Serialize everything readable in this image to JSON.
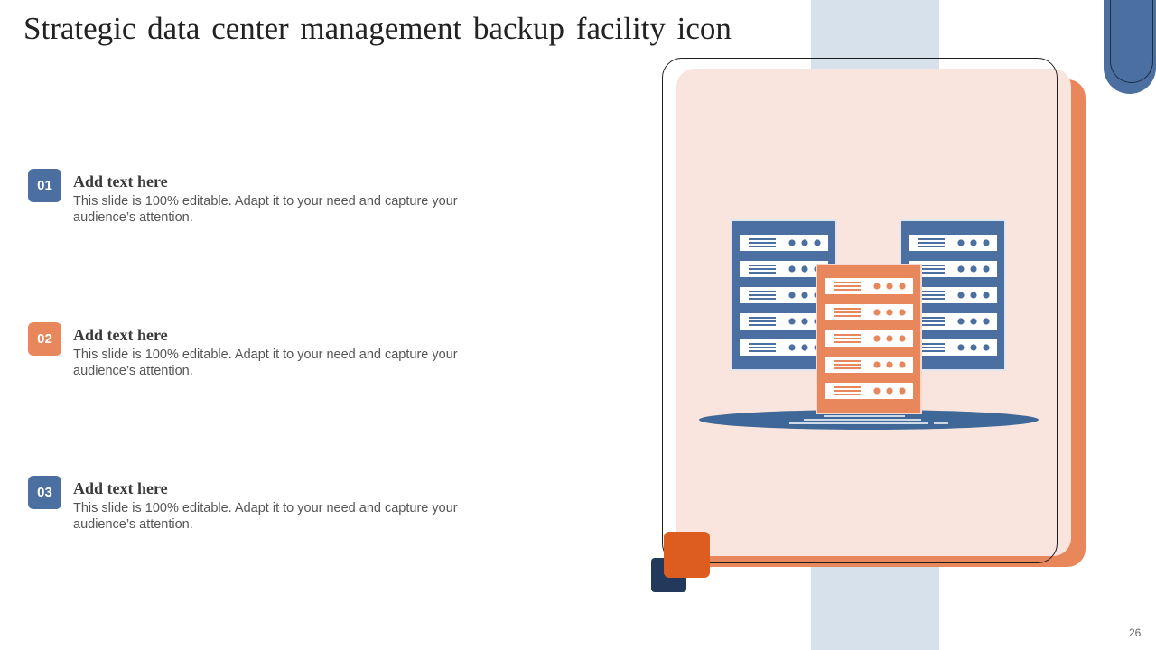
{
  "slide": {
    "title": "Strategic data center management backup facility icon",
    "page_number": "26"
  },
  "items": [
    {
      "number": "01",
      "heading": "Add text here",
      "body": "This slide is 100% editable. Adapt it to your need and capture your audience’s attention.",
      "badge_color": "#4a6fa0"
    },
    {
      "number": "02",
      "heading": "Add text here",
      "body": "This slide is 100% editable. Adapt it to your need and capture your audience’s attention.",
      "badge_color": "#e8875c"
    },
    {
      "number": "03",
      "heading": "Add text here",
      "body": "This slide is 100% editable. Adapt it to your need and capture your audience’s attention.",
      "badge_color": "#4a6fa0"
    }
  ],
  "illustration": {
    "icon": "server-racks-icon",
    "colors": {
      "primary_blue": "#4a6fa0",
      "accent_orange": "#e8875c",
      "card_background": "#fae5de",
      "base_blue": "#3f6898"
    }
  }
}
